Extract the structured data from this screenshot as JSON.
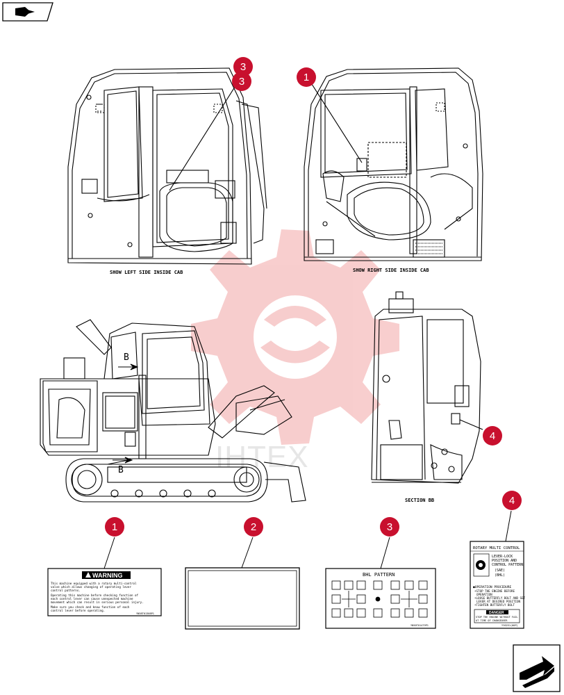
{
  "views": {
    "left_cab": "SHOW LEFT SIDE INSIDE CAB",
    "right_cab": "SHOW RIGHT SIDE INSIDE CAB",
    "section": "SECTION BB"
  },
  "section_markers": [
    "B",
    "B"
  ],
  "callouts": [
    {
      "id": "callout-top-a",
      "number": "3"
    },
    {
      "id": "callout-top-b",
      "number": "3"
    },
    {
      "id": "callout-right-cab",
      "number": "1"
    },
    {
      "id": "callout-section",
      "number": "4"
    },
    {
      "id": "callout-decal-1",
      "number": "1"
    },
    {
      "id": "callout-decal-2",
      "number": "2"
    },
    {
      "id": "callout-decal-3",
      "number": "3"
    },
    {
      "id": "callout-decal-4",
      "number": "4"
    }
  ],
  "decals": {
    "warning": {
      "header": "WARNING",
      "lines": [
        "This machine equipped with a rotary multi-control",
        "valve which allows changing of operating lever",
        "control patterns.",
        "Operating this machine before checking function of",
        "each control lever can cause unexpected machine",
        "movement which can result in serious personal injury.",
        "Make sure you check and know function of each",
        "control lever before operating.",
        "YN58T01308P1"
      ]
    },
    "bhl": {
      "title": "BHL PATTERN",
      "code": "YN50T01479P1"
    },
    "rotary": {
      "title": "ROTARY MULTI CONTROL",
      "lines": [
        "LEVER-LOCK",
        "POSITION AND",
        "CONTROL PATTERN",
        "(SAE)",
        "(BHL)"
      ],
      "procedure_title": "●OPERATION PROCEDURE",
      "steps": [
        "•STOP THE ENGINE BEFORE",
        "OPERATION",
        "•LOOSE BUTTERFLY BOLT AND SET",
        "LEVER AT DESIRED POSITION",
        "•TIGHTEN BUTTERFLY BOLT"
      ],
      "danger": "DANGER",
      "danger_text": [
        "STOP THE ENGINE WITHOUT FAIL",
        "AT TIME OF CHANGEOVER"
      ],
      "code": "YY0251(00P)"
    }
  },
  "watermark": "IHTEX",
  "colors": {
    "callout": "#c8102e",
    "watermark": "#e8b3b3"
  },
  "icons": {
    "top_left": "book-arrow-icon",
    "bottom_right": "next-page-arrow-icon"
  }
}
